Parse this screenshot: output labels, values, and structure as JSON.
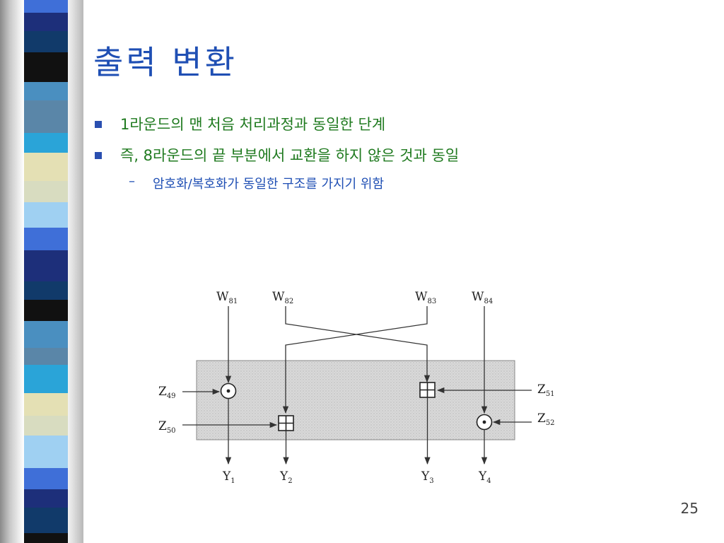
{
  "slide": {
    "title": "출력 변환",
    "bullets": [
      "1라운드의 맨 처음 처리과정과 동일한 단계",
      "즉, 8라운드의 끝 부분에서 교환을 하지 않은 것과 동일"
    ],
    "sub_bullet": {
      "dash": "–",
      "text": "암호화/복호화가 동일한 구조를 가지기 위함"
    },
    "page_number": "25"
  },
  "diagram": {
    "inputs": [
      {
        "base": "W",
        "sub": "81"
      },
      {
        "base": "W",
        "sub": "82"
      },
      {
        "base": "W",
        "sub": "83"
      },
      {
        "base": "W",
        "sub": "84"
      }
    ],
    "keys": [
      {
        "base": "Z",
        "sub": "49"
      },
      {
        "base": "Z",
        "sub": "50"
      },
      {
        "base": "Z",
        "sub": "51"
      },
      {
        "base": "Z",
        "sub": "52"
      }
    ],
    "outputs": [
      {
        "base": "Y",
        "sub": "1"
      },
      {
        "base": "Y",
        "sub": "2"
      },
      {
        "base": "Y",
        "sub": "3"
      },
      {
        "base": "Y",
        "sub": "4"
      }
    ],
    "operations": [
      "multiply-mod",
      "add-mod",
      "add-mod",
      "multiply-mod"
    ],
    "colors": {
      "box_fill": "#d6d6d6",
      "line": "#333333",
      "title": "#1f4fb4",
      "bullet_text": "#1f7a1f"
    }
  }
}
